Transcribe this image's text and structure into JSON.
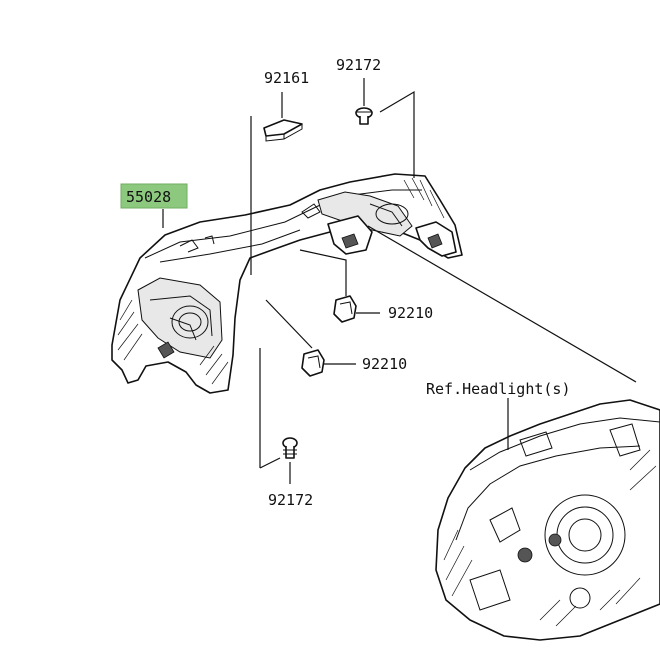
{
  "diagram": {
    "highlight_color": "#8cc97f",
    "parts": [
      {
        "id": "55028",
        "label": "55028",
        "highlighted": true
      },
      {
        "id": "92161",
        "label": "92161"
      },
      {
        "id": "92172-top",
        "label": "92172"
      },
      {
        "id": "92210-upper",
        "label": "92210"
      },
      {
        "id": "92210-lower",
        "label": "92210"
      },
      {
        "id": "92172-bottom",
        "label": "92172"
      }
    ],
    "reference": {
      "label": "Ref.Headlight(s)"
    }
  }
}
